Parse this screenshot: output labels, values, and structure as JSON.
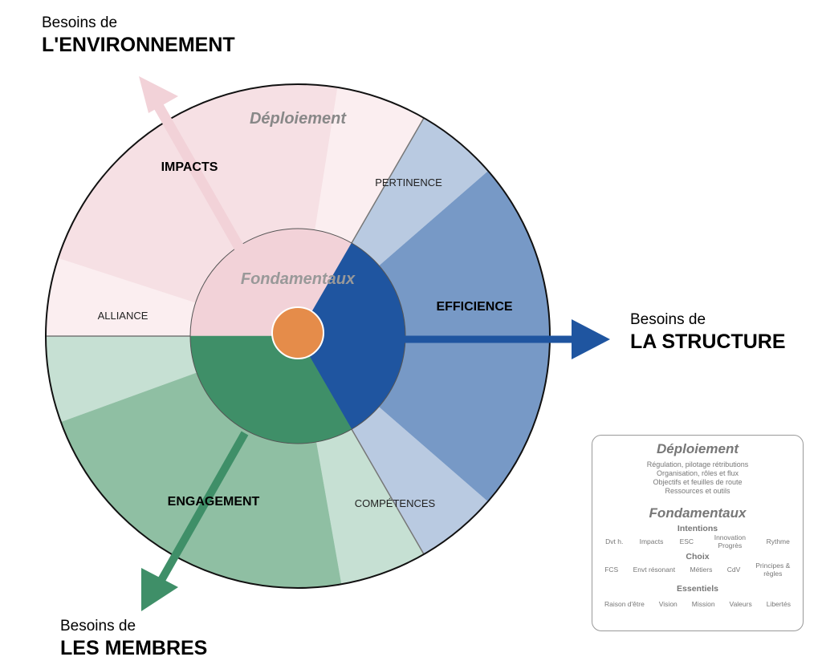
{
  "needs": {
    "environment": {
      "small": "Besoins de",
      "big": "L'ENVIRONNEMENT"
    },
    "structure": {
      "small": "Besoins de",
      "big": "LA STRUCTURE"
    },
    "members": {
      "small": "Besoins de",
      "big": "LES MEMBRES"
    }
  },
  "wheel": {
    "deploiement": "Déploiement",
    "fondamentaux": "Fondamentaux",
    "impacts": "IMPACTS",
    "pertinence": "PERTINENCE",
    "alliance": "ALLIANCE",
    "efficience": "EFFICIENCE",
    "engagement": "ENGAGEMENT",
    "competences": "COMPÉTENCES"
  },
  "colors": {
    "pink_light": "#fbeef0",
    "pink_mid": "#f6e0e4",
    "pink_inner": "#f2d2d8",
    "blue_light": "#b9cae1",
    "blue_mid": "#7799c6",
    "blue_inner": "#1f55a0",
    "green_light": "#c6e0d3",
    "green_mid": "#8fbfa3",
    "green_inner": "#3f8f68",
    "orange": "#e58c4a"
  },
  "legend": {
    "deploiement": "Déploiement",
    "deploiement_items": [
      "Régulation, pilotage rétributions",
      "Organisation, rôles et flux",
      "Objectifs et feuilles de route",
      "Ressources et outils"
    ],
    "fondamentaux": "Fondamentaux",
    "intentions": "Intentions",
    "intentions_items": [
      "Dvt h.",
      "Impacts",
      "ESC",
      "Innovation Progrès",
      "Rythme"
    ],
    "choix": "Choix",
    "choix_items": [
      "FCS",
      "Envt résonant",
      "Métiers",
      "CdV",
      "Principes & règles"
    ],
    "essentiels": "Essentiels",
    "essentiels_items": [
      "Raison d'être",
      "Vision",
      "Mission",
      "Valeurs",
      "Libertés"
    ]
  }
}
